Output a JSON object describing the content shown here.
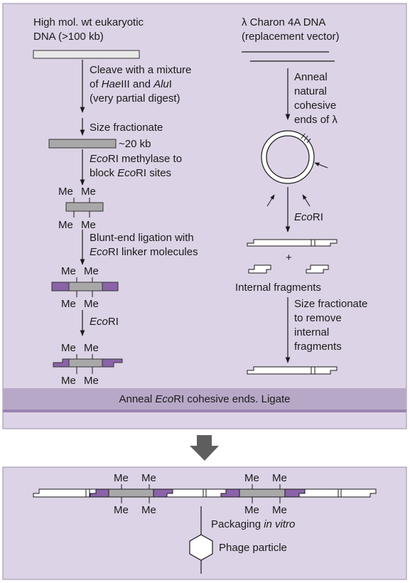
{
  "colors": {
    "panel_bg": "#dcd3e6",
    "panel_border": "#9a8fa8",
    "bar_band": "#b8a8c8",
    "insert_gray": "#a8a8a8",
    "linker_purple": "#8a63a8",
    "big_arrow": "#5e5e5e"
  },
  "left": {
    "dna_title_1": "High mol. wt eukaryotic",
    "dna_title_2": "DNA (>100 kb)",
    "cleave_1": "Cleave with a mixture",
    "cleave_2_pre": "of ",
    "cleave_2_hae": "Hae",
    "cleave_2_mid": "III and ",
    "cleave_2_alu": "Alu",
    "cleave_2_post": "I",
    "cleave_3": "(very partial digest)",
    "size_fract": "Size fractionate",
    "size_20kb": "~20 kb",
    "methylase_eco": "Eco",
    "methylase_rest": "RI methylase to",
    "block_pre": "block ",
    "block_eco": "Eco",
    "block_post": "RI sites",
    "me": "Me",
    "blunt_1": "Blunt-end ligation with",
    "blunt_2_eco": "Eco",
    "blunt_2_post": "RI linker molecules",
    "ecori_eco": "Eco",
    "ecori_post": "RI"
  },
  "right": {
    "vector_title_1": "λ Charon 4A DNA",
    "vector_title_2": "(replacement vector)",
    "anneal_1": "Anneal",
    "anneal_2": "natural",
    "anneal_3": "cohesive",
    "anneal_4": "ends of λ",
    "ecori_eco": "Eco",
    "ecori_post": "RI",
    "plus": "+",
    "internal": "Internal fragments",
    "size_1": "Size fractionate",
    "size_2": "to remove",
    "size_3": "internal",
    "size_4": "fragments"
  },
  "band": {
    "pre": "Anneal ",
    "eco": "Eco",
    "post": "RI cohesive ends. Ligate"
  },
  "bottom": {
    "me": "Me",
    "packaging_pre": "Packaging ",
    "packaging_it": "in vitro",
    "phage": "Phage particle"
  }
}
